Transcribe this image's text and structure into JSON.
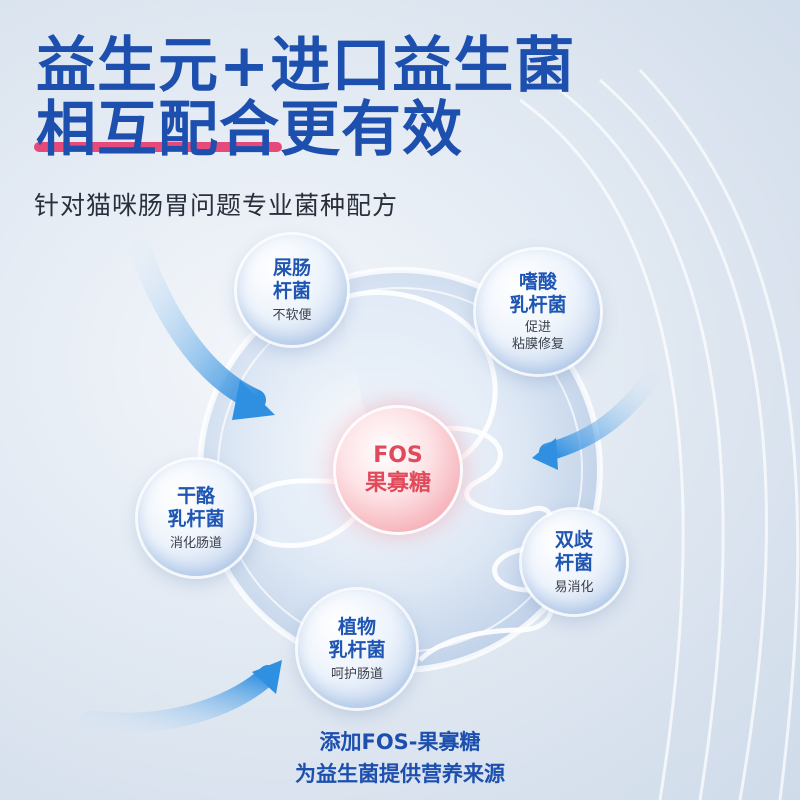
{
  "headline": {
    "line1": "益生元+进口益生菌",
    "line2_highlight": "相互配合",
    "line2_rest": "更有效"
  },
  "subtitle": "针对猫咪肠胃问题专业菌种配方",
  "colors": {
    "primary": "#1d4fae",
    "highlight_bar": "#e54a7a",
    "center_text": "#e24a5c",
    "arrow": "#2f8fe0"
  },
  "center": {
    "line1": "FOS",
    "line2": "果寡糖"
  },
  "bubbles": [
    {
      "title_1": "屎肠",
      "title_2": "杆菌",
      "desc_1": "不软便",
      "desc_2": ""
    },
    {
      "title_1": "嗜酸",
      "title_2": "乳杆菌",
      "desc_1": "促进",
      "desc_2": "粘膜修复"
    },
    {
      "title_1": "干酪",
      "title_2": "乳杆菌",
      "desc_1": "消化肠道",
      "desc_2": ""
    },
    {
      "title_1": "双歧",
      "title_2": "杆菌",
      "desc_1": "易消化",
      "desc_2": ""
    },
    {
      "title_1": "植物",
      "title_2": "乳杆菌",
      "desc_1": "呵护肠道",
      "desc_2": ""
    }
  ],
  "footer": {
    "line1": "添加FOS-果寡糖",
    "line2": "为益生菌提供营养来源"
  }
}
